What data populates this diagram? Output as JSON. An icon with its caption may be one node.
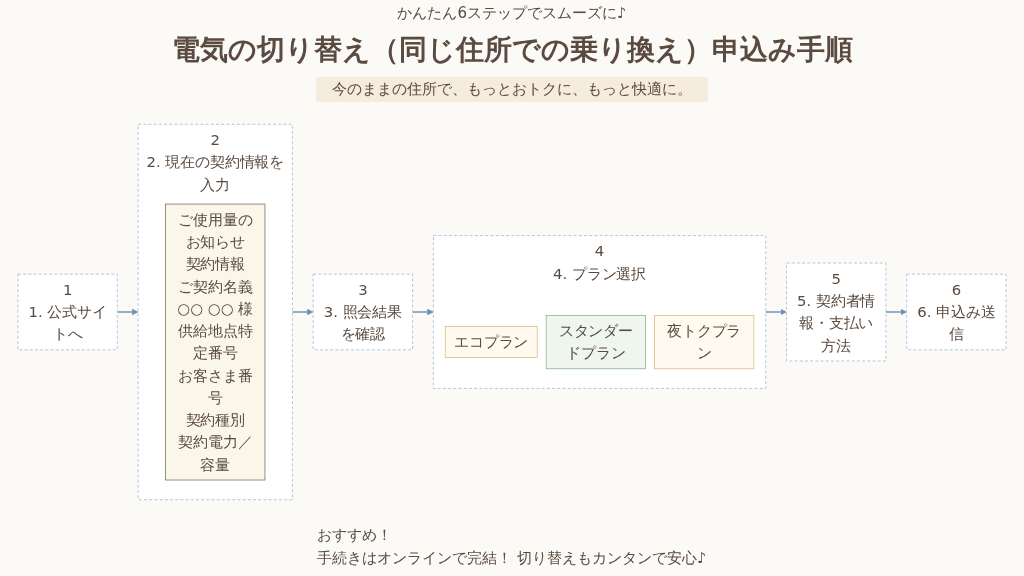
{
  "diagram": {
    "title": "電気の切り替え（同じ住所での乗り換え）申込み手順",
    "nodes": [
      {
        "text": [
          "1",
          "1. 公式サイトへ"
        ]
      },
      {
        "text": [
          "2",
          "2. 現在の契約情報を入力"
        ]
      },
      {
        "text": [
          "ご使用量のお知らせ",
          "契約情報",
          "ご契約名義",
          "○○ ○○ 様",
          "供給地点特定番号",
          "お客さま番号",
          "契約種別",
          "契約電力／容量"
        ],
        "in": 1
      },
      {
        "text": [
          "3",
          "3. 照会結果を確認"
        ]
      },
      {
        "text": [
          "4",
          "4. プラン選択"
        ]
      },
      {
        "text": [
          "エコプラン"
        ],
        "in": 4
      },
      {
        "text": [
          "スタンダードプラン"
        ],
        "in": 4
      },
      {
        "text": [
          "夜トクプラン"
        ],
        "in": 4
      },
      {
        "text": [
          "5",
          "5. 契約者情報・支払い方法"
        ]
      },
      {
        "text": [
          "6",
          "6. 申込み送信"
        ]
      }
    ],
    "edges": [
      {
        "from": 0,
        "to": 1,
        "arrow": "to"
      },
      {
        "from": 1,
        "to": 3,
        "arrow": "to"
      },
      {
        "from": 3,
        "to": 4,
        "arrow": "to"
      },
      {
        "from": 4,
        "to": 8,
        "arrow": "to"
      },
      {
        "from": 8,
        "to": 9,
        "arrow": "to"
      }
    ],
    "labels": [
      "かんたん6ステップでスムーズに♪",
      "今のままの住所で、もっとおトクに、もっと快適に。",
      "おすすめ！",
      "手続きはオンラインで完結！ 切り替えもカンタンで安心♪"
    ]
  }
}
